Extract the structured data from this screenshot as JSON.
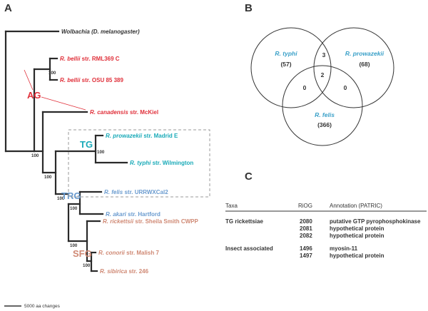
{
  "panels": {
    "a": "A",
    "b": "B",
    "c": "C"
  },
  "tree": {
    "taxa": [
      {
        "genus": "Wolbachia",
        "rest": " (D. melanogaster)",
        "rest_italic": true,
        "color": "#333333"
      },
      {
        "genus": "R. bellii",
        "rest": " str. RML369 C",
        "color": "#e0303a"
      },
      {
        "genus": "R. bellii",
        "rest": " str. OSU 85 389",
        "color": "#e0303a"
      },
      {
        "genus": "R. canadensis",
        "rest": " str. McKiel",
        "color": "#e0303a"
      },
      {
        "genus": "R. prowazekii",
        "rest": " str. Madrid E",
        "color": "#19aab8"
      },
      {
        "genus": "R. typhi",
        "rest": " str. Wilmington",
        "color": "#19aab8"
      },
      {
        "genus": "R. felis",
        "rest": " str. URRWXCal2",
        "color": "#6a9bcf"
      },
      {
        "genus": "R. akari",
        "rest": " str. Hartford",
        "color": "#6a9bcf"
      },
      {
        "genus": "R. rickettsii",
        "rest": " str. Sheila Smith CWPP",
        "color": "#cf8873"
      },
      {
        "genus": "R. conorii",
        "rest": " str. Malish 7",
        "color": "#cf8873"
      },
      {
        "genus": "R. sibirica",
        "rest": " str. 246",
        "color": "#cf8873"
      }
    ],
    "bootstrap": [
      "100",
      "100",
      "100",
      "100",
      "100",
      "100",
      "100",
      "100"
    ],
    "groups": [
      {
        "label": "AG",
        "color": "#e0303a"
      },
      {
        "label": "TG",
        "color": "#19aab8"
      },
      {
        "label": "TRG",
        "color": "#6a9bcf"
      },
      {
        "label": "SFG",
        "color": "#cf8873"
      }
    ],
    "scale_label": "5000 aa changes"
  },
  "venn": {
    "sets": [
      {
        "name": "R. typhi",
        "count": "(57)"
      },
      {
        "name": "R. prowazekii",
        "count": "(68)"
      },
      {
        "name": "R. felis",
        "count": "(366)"
      }
    ],
    "overlaps": {
      "typhi_prowazekii": "3",
      "all": "2",
      "typhi_felis": "0",
      "prowazekii_felis": "0"
    },
    "circle_color": "#333333",
    "label_color": "#3aa0c8"
  },
  "table": {
    "headers": [
      "Taxa",
      "RiOG",
      "Annotation (PATRIC)"
    ],
    "rows": [
      {
        "taxa": "TG rickettsiae",
        "riog": "2080",
        "annotation": "putative GTP pyrophosphokinase"
      },
      {
        "taxa": "",
        "riog": "2081",
        "annotation": "hypothetical protein"
      },
      {
        "taxa": "",
        "riog": "2082",
        "annotation": "hypothetical protein"
      },
      {
        "taxa": "Insect associated",
        "riog": "1496",
        "annotation": "myosin-11"
      },
      {
        "taxa": "",
        "riog": "1497",
        "annotation": "hypothetical protein"
      }
    ]
  }
}
